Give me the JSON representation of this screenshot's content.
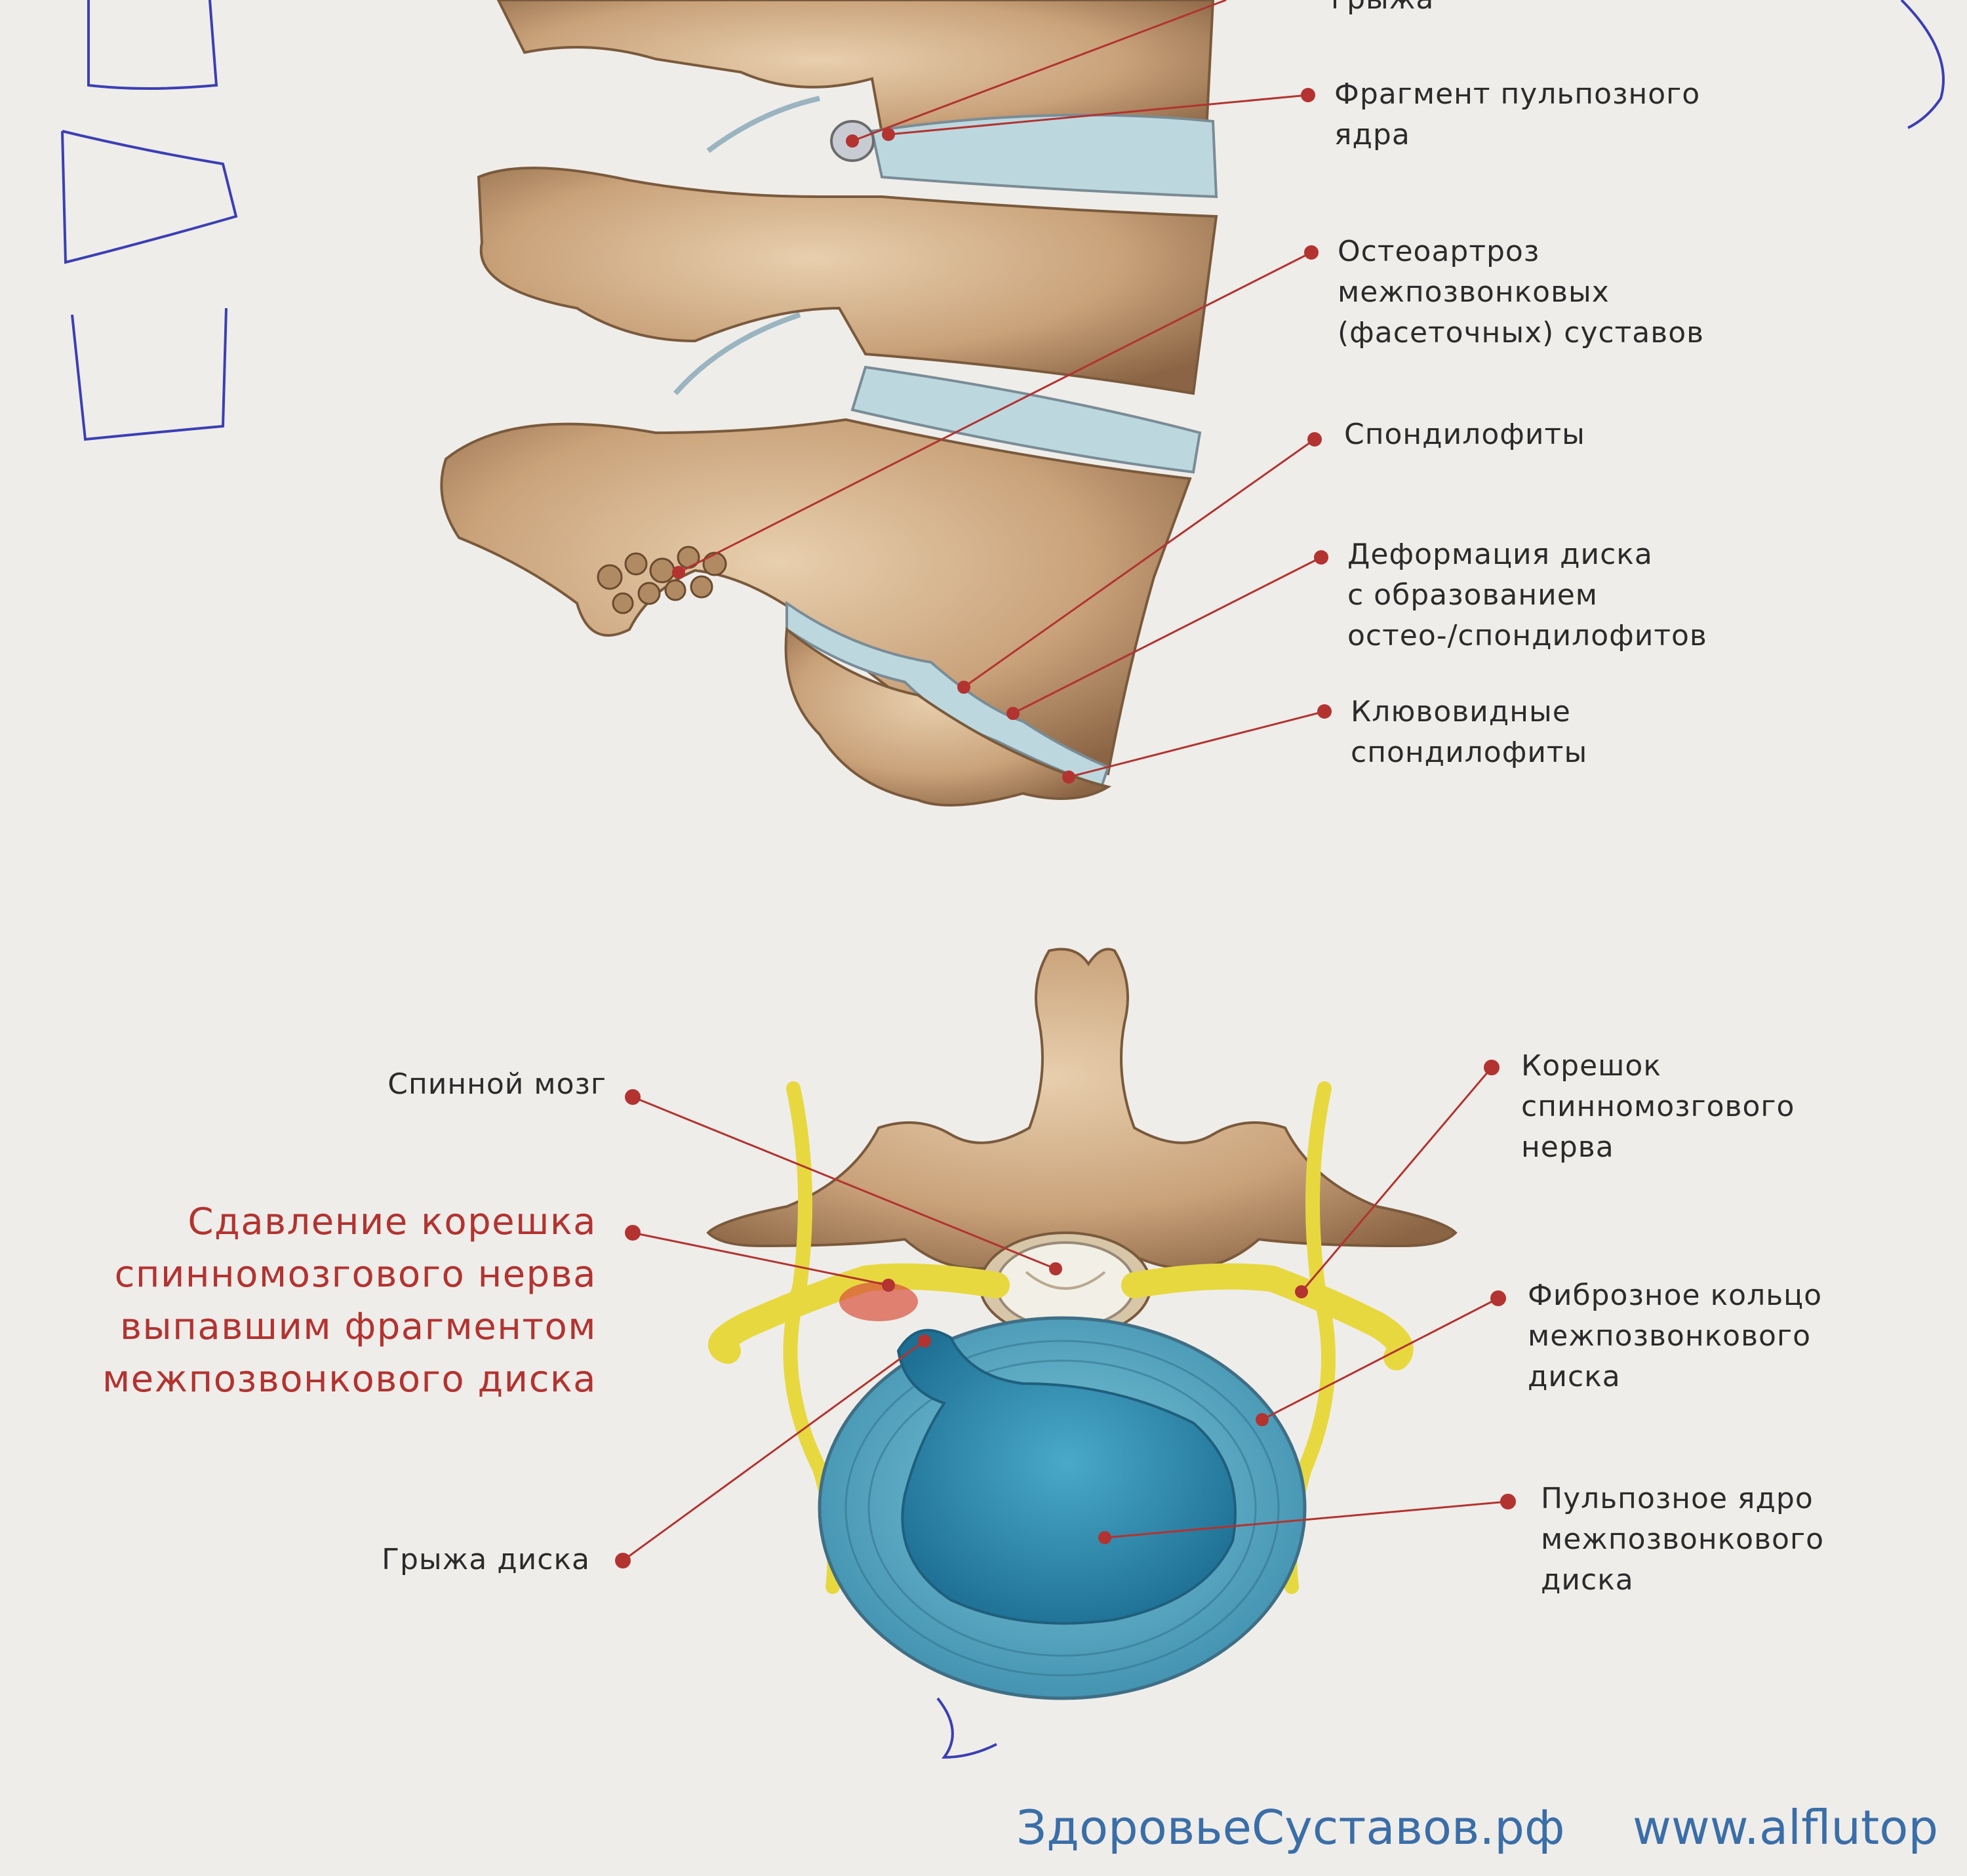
{
  "top_labels": [
    {
      "id": "hernia-top",
      "text": "грыжа"
    },
    {
      "id": "nucleus-fragment",
      "text": "Фрагмент пульпозного\nядра"
    },
    {
      "id": "facet-osteoarthrosis",
      "text": "Остеоартроз\nмежпозвонковых\n(фасеточных) суставов"
    },
    {
      "id": "spondylophytes",
      "text": "Спондилофиты"
    },
    {
      "id": "disc-deformation",
      "text": "Деформация диска\nс образованием\nостео-/спондилофитов"
    },
    {
      "id": "beak-spondylophytes",
      "text": "Клювовидные\nспондилофиты"
    }
  ],
  "bottom_labels": [
    {
      "id": "spinal-cord",
      "text": "Спинной мозг"
    },
    {
      "id": "root-compression",
      "text": "Сдавление корешка\nспинномозгового нерва\nвыпавшим фрагментом\nмежпозвонкового  диска"
    },
    {
      "id": "disc-hernia",
      "text": "Грыжа диска"
    },
    {
      "id": "nerve-root",
      "text": "Корешок\nспинномозгового\nнерва"
    },
    {
      "id": "annulus",
      "text": "Фиброзное кольцо\nмежпозвонкового\nдиска"
    },
    {
      "id": "nucleus",
      "text": "Пульпозное ядро\nмежпозвонкового\nдиска"
    }
  ],
  "footer": {
    "site1": "ЗдоровьеСуставов.рф",
    "site2": "www.alflutop"
  },
  "colors": {
    "bone": "#c9a27a",
    "disc": "#5fb0c8",
    "nerve": "#e8d840",
    "leader": "#b33330",
    "highlight": "#b33330",
    "link": "#3a6ea8"
  },
  "icons": {
    "marker": "red-dot-marker"
  }
}
